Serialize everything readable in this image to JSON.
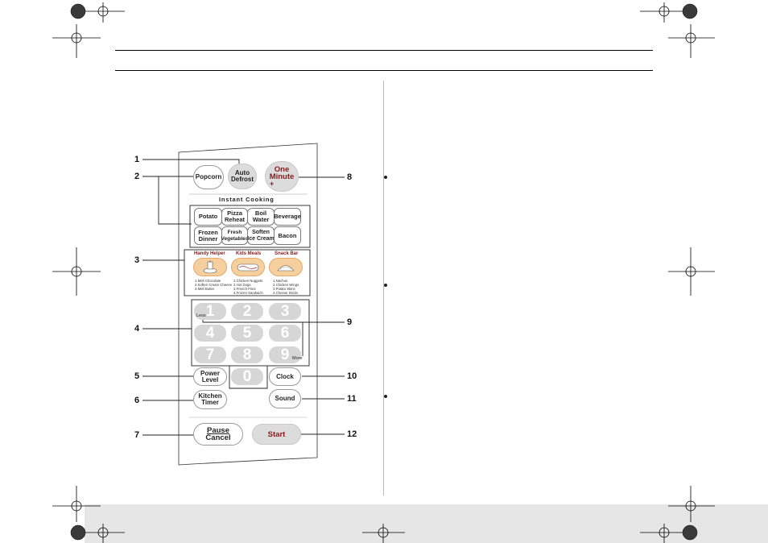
{
  "callouts": [
    "1",
    "2",
    "3",
    "4",
    "5",
    "6",
    "7",
    "8",
    "9",
    "10",
    "11",
    "12"
  ],
  "panel": {
    "popcorn": "Popcorn",
    "auto_defrost": "Auto\nDefrost",
    "one_minute": "One\nMinute",
    "one_minute_plus": "+",
    "instant_cooking_title": "Instant Cooking",
    "instant_items": [
      "Potato",
      "Pizza\nReheat",
      "Boil\nWater",
      "Beverage",
      "Frozen\nDinner",
      "Fresh\nVegetables",
      "Soften\nIce Cream",
      "Bacon"
    ],
    "kids": [
      {
        "title": "Handy Helper",
        "list": "1.Melt Chocolate\n2.Soften Cream Cheese\n3.Melt Butter"
      },
      {
        "title": "Kids Meals",
        "list": "1.Chicken Nuggets\n2.Hot Dogs\n3.French Fries\n4.Frozen Sandwich"
      },
      {
        "title": "Snack Bar",
        "list": "1.Nachos\n2.Chicken Wings\n3.Potato Skins\n4.Cheese Sticks"
      }
    ],
    "digits": [
      "1",
      "2",
      "3",
      "4",
      "5",
      "6",
      "7",
      "8",
      "9",
      "0"
    ],
    "less": "Less",
    "more": "More",
    "power_level": "Power\nLevel",
    "clock": "Clock",
    "kitchen_timer": "Kitchen\nTimer",
    "sound": "Sound",
    "pause": "Pause",
    "cancel": "Cancel",
    "start": "Start"
  },
  "colors": {
    "accent_red": "#8b1a1a",
    "kid_pill": "#f6cf9e",
    "digit_grey": "#d6d6d6",
    "button_grey": "#dcdcdc",
    "bottom_band": "#e6e6e6"
  }
}
